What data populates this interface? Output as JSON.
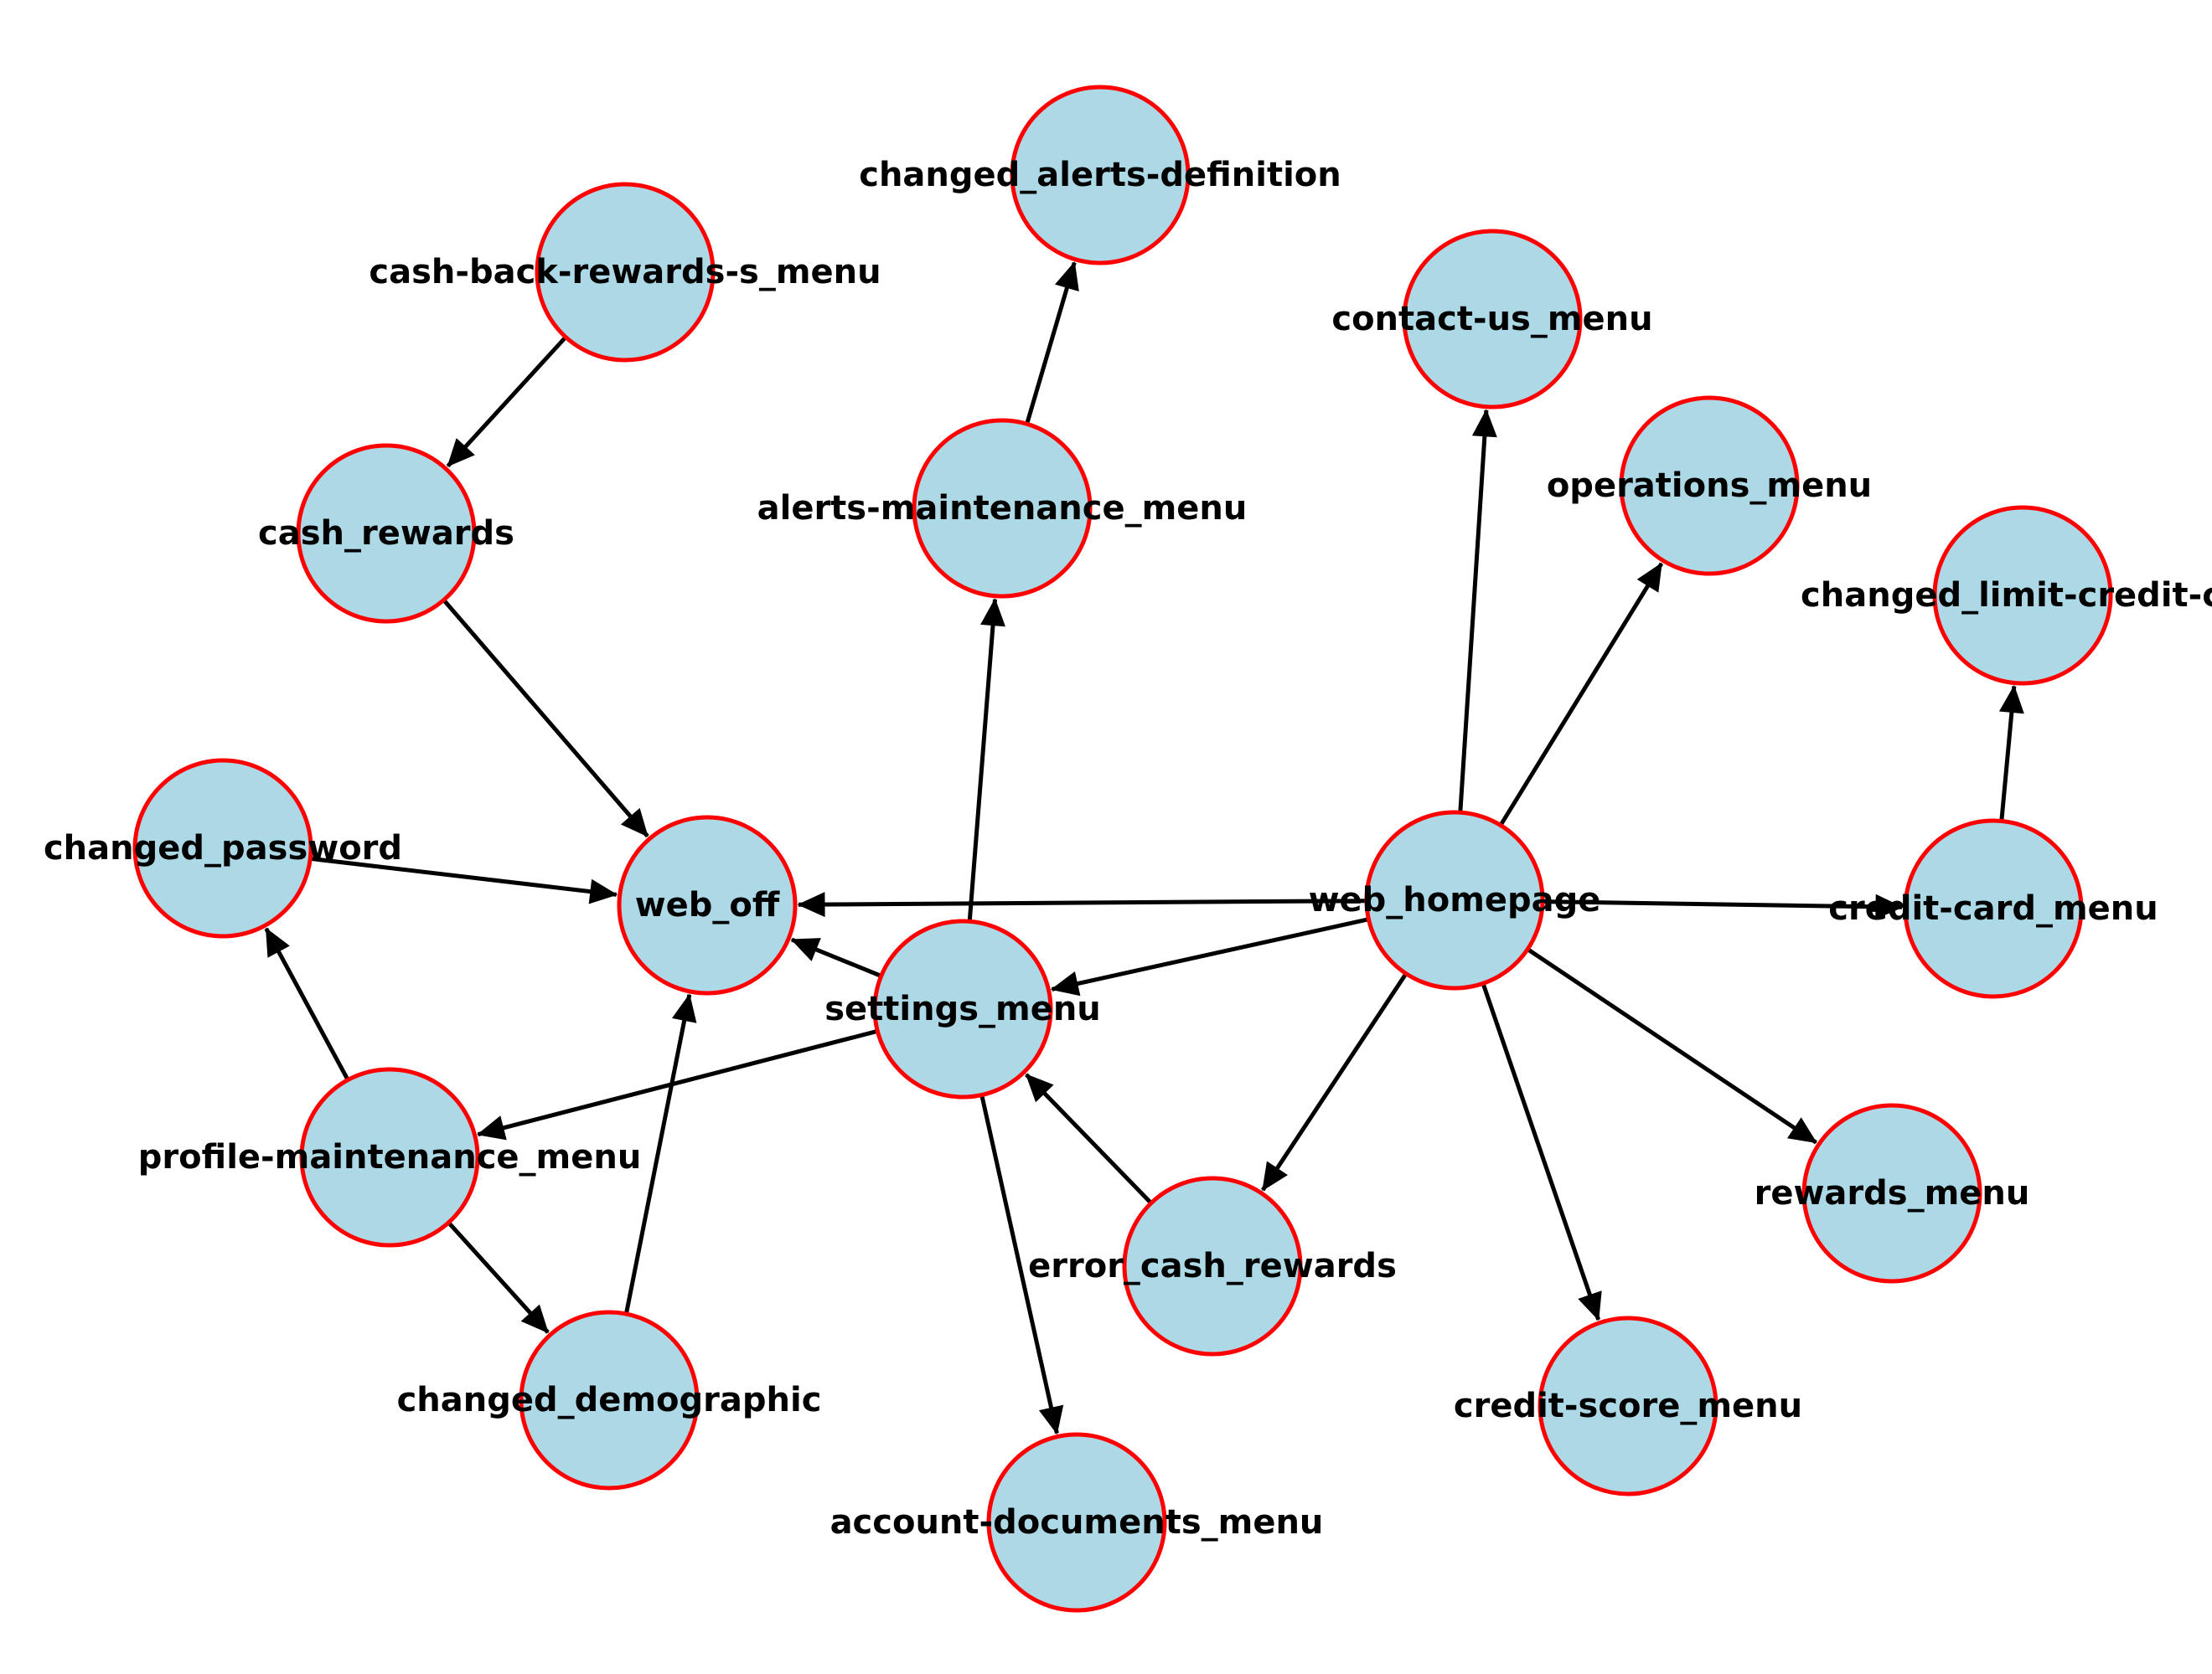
{
  "colors": {
    "node_fill": "#add8e6",
    "node_stroke": "#ff0000",
    "edge": "#000000",
    "text": "#000000"
  },
  "nodes": [
    {
      "id": "changed_alerts-definition",
      "label": "changed_alerts-definition"
    },
    {
      "id": "cash-back-rewards-s_menu",
      "label": "cash-back-rewards-s_menu"
    },
    {
      "id": "contact-us_menu",
      "label": "contact-us_menu"
    },
    {
      "id": "operations_menu",
      "label": "operations_menu"
    },
    {
      "id": "alerts-maintenance_menu",
      "label": "alerts-maintenance_menu"
    },
    {
      "id": "cash_rewards",
      "label": "cash_rewards"
    },
    {
      "id": "changed_limit-credit-card",
      "label": "changed_limit-credit-ca"
    },
    {
      "id": "changed_password",
      "label": "changed_password"
    },
    {
      "id": "web_off",
      "label": "web_off"
    },
    {
      "id": "web_homepage",
      "label": "web_homepage"
    },
    {
      "id": "credit-card_menu",
      "label": "credit-card_menu"
    },
    {
      "id": "settings_menu",
      "label": "settings_menu"
    },
    {
      "id": "profile-maintenance_menu",
      "label": "profile-maintenance_menu"
    },
    {
      "id": "rewards_menu",
      "label": "rewards_menu"
    },
    {
      "id": "error_cash_rewards",
      "label": "error_cash_rewards"
    },
    {
      "id": "changed_demographic",
      "label": "changed_demographic"
    },
    {
      "id": "credit-score_menu",
      "label": "credit-score_menu"
    },
    {
      "id": "account-documents_menu",
      "label": "account-documents_menu"
    }
  ],
  "edges": [
    {
      "from": "cash-back-rewards-s_menu",
      "to": "cash_rewards"
    },
    {
      "from": "cash_rewards",
      "to": "web_off"
    },
    {
      "from": "alerts-maintenance_menu",
      "to": "changed_alerts-definition"
    },
    {
      "from": "settings_menu",
      "to": "alerts-maintenance_menu"
    },
    {
      "from": "web_homepage",
      "to": "contact-us_menu"
    },
    {
      "from": "web_homepage",
      "to": "operations_menu"
    },
    {
      "from": "credit-card_menu",
      "to": "changed_limit-credit-card"
    },
    {
      "from": "changed_password",
      "to": "web_off"
    },
    {
      "from": "web_homepage",
      "to": "web_off"
    },
    {
      "from": "web_homepage",
      "to": "credit-card_menu"
    },
    {
      "from": "web_homepage",
      "to": "settings_menu"
    },
    {
      "from": "settings_menu",
      "to": "web_off"
    },
    {
      "from": "settings_menu",
      "to": "profile-maintenance_menu"
    },
    {
      "from": "profile-maintenance_menu",
      "to": "changed_password"
    },
    {
      "from": "profile-maintenance_menu",
      "to": "changed_demographic"
    },
    {
      "from": "changed_demographic",
      "to": "web_off"
    },
    {
      "from": "error_cash_rewards",
      "to": "settings_menu"
    },
    {
      "from": "settings_menu",
      "to": "account-documents_menu"
    },
    {
      "from": "web_homepage",
      "to": "error_cash_rewards"
    },
    {
      "from": "web_homepage",
      "to": "credit-score_menu"
    },
    {
      "from": "web_homepage",
      "to": "rewards_menu"
    }
  ]
}
